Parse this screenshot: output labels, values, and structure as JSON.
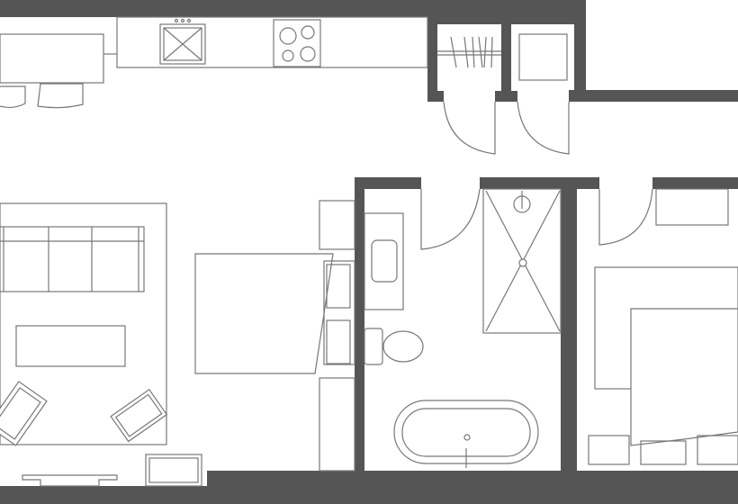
{
  "plan": {
    "colors": {
      "wall": "#555555",
      "line": "#777777",
      "background": "#ffffff"
    },
    "rooms": [
      "kitchen",
      "living-room",
      "bedroom-1",
      "bathroom",
      "bedroom-2",
      "closet-1",
      "closet-2"
    ]
  }
}
